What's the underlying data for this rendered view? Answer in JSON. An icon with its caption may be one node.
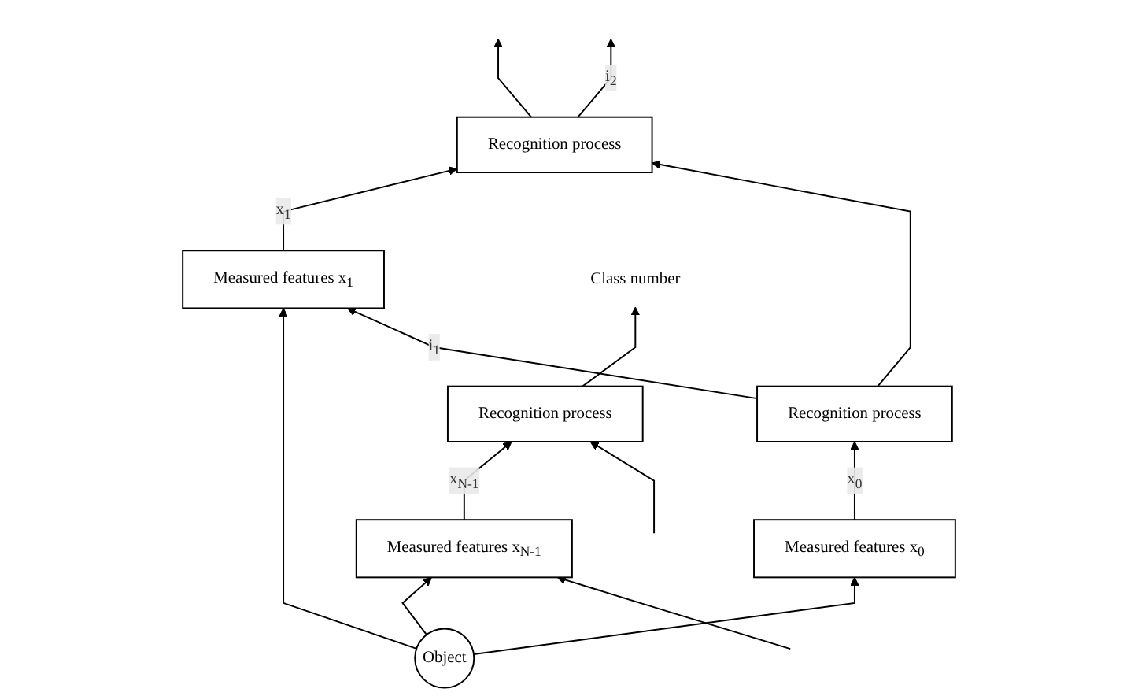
{
  "diagram": {
    "nodes": [
      {
        "text": [
          "Recognition process"
        ]
      },
      {
        "text": [
          "Measured features x$_{N-1}$"
        ]
      },
      {
        "text": [
          "Recognition process"
        ]
      },
      {
        "text": [
          "Measured features x$_{1}$"
        ]
      },
      {
        "text": [
          "Recognition process"
        ]
      },
      {
        "text": [
          "Measured features x$_{0}$"
        ]
      },
      {
        "text": [
          "Object"
        ]
      },
      {
        "text": [
          "Class number"
        ]
      }
    ],
    "edges": [
      {
        "from": 0,
        "to": 7,
        "arrow": "to"
      },
      {
        "from": 1,
        "to": 0,
        "arrow": "to",
        "label": "x$_{N-1}$"
      },
      {
        "from": 6,
        "to": 1,
        "arrow": "to"
      },
      {
        "from": null,
        "to": 0,
        "arrow": "to"
      },
      {
        "from": null,
        "to": 1,
        "arrow": "to"
      },
      {
        "from": 2,
        "to": null,
        "arrow": "to"
      },
      {
        "from": 2,
        "to": null,
        "arrow": "to",
        "label": "i$_{2}$"
      },
      {
        "from": 3,
        "to": 2,
        "arrow": "to",
        "label": "x$_{1}$"
      },
      {
        "from": 6,
        "to": 3,
        "arrow": "to"
      },
      {
        "from": 4,
        "to": 2,
        "arrow": "to"
      },
      {
        "from": 4,
        "to": 3,
        "arrow": "to",
        "label": "i$_{1}$"
      },
      {
        "from": 5,
        "to": 4,
        "arrow": "to",
        "label": "x$_{0}$"
      },
      {
        "from": 6,
        "to": 5,
        "arrow": "to"
      }
    ]
  }
}
